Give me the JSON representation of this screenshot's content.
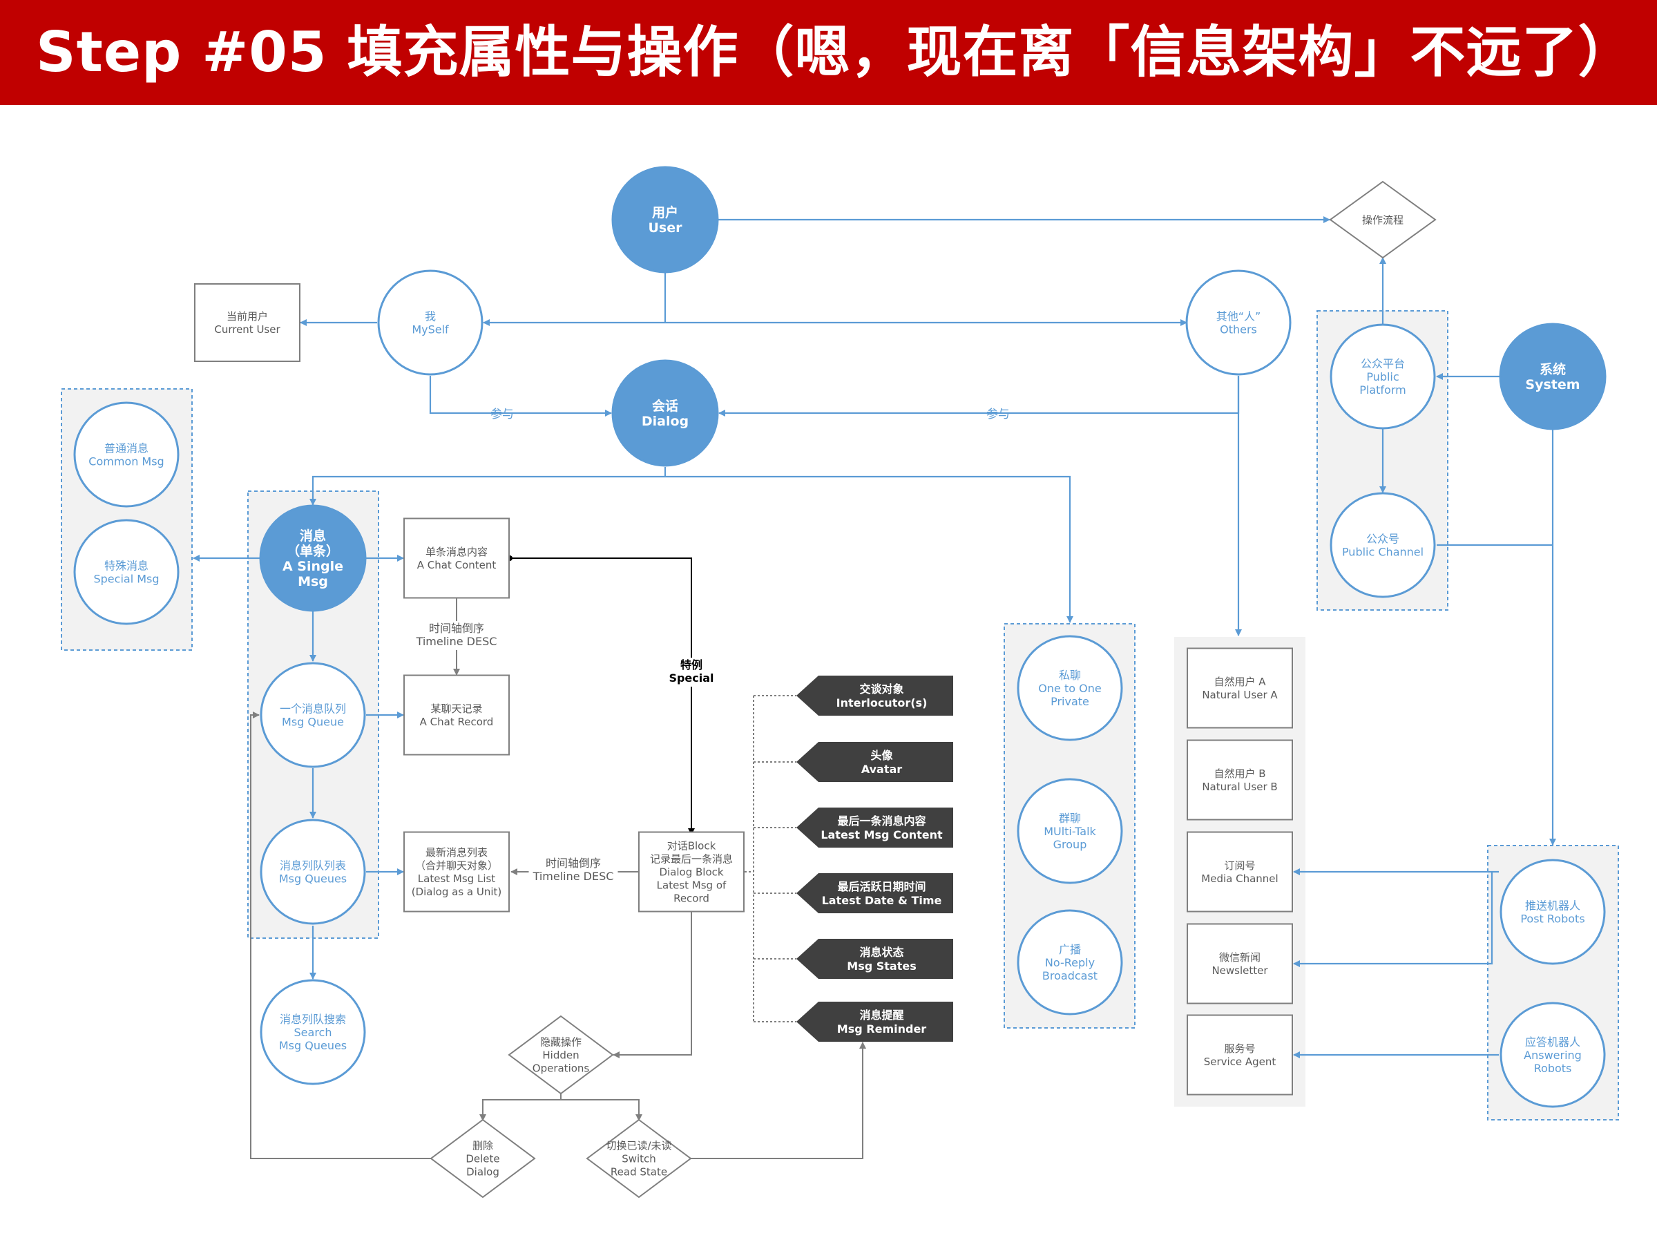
{
  "header": {
    "title": "Step #05 填充属性与操作（嗯，现在离「信息架构」不远了）"
  },
  "colors": {
    "header_bg": "#c00000",
    "blue": "#5b9bd5",
    "box_border": "#7f7f7f",
    "dark_tag": "#404040",
    "group_bg": "#f2f2f2",
    "text_gray": "#595959"
  },
  "circles": {
    "user": [
      "用户",
      "User"
    ],
    "myself": [
      "我",
      "MySelf"
    ],
    "others": [
      "其他“人”",
      "Others"
    ],
    "dialog": [
      "会话",
      "Dialog"
    ],
    "system": [
      "系统",
      "System"
    ],
    "public_platform": [
      "公众平台",
      "Public",
      "Platform"
    ],
    "public_channel": [
      "公众号",
      "Public Channel"
    ],
    "common_msg": [
      "普通消息",
      "Common Msg"
    ],
    "special_msg": [
      "特殊消息",
      "Special Msg"
    ],
    "single_msg": [
      "消息",
      "（单条）",
      "A Single",
      "Msg"
    ],
    "msg_queue": [
      "一个消息队列",
      "Msg Queue"
    ],
    "msg_queues": [
      "消息列队列表",
      "Msg Queues"
    ],
    "search_queues": [
      "消息列队搜索",
      "Search",
      "Msg Queues"
    ],
    "private": [
      "私聊",
      "One to One",
      "Private"
    ],
    "group": [
      "群聊",
      "MUlti-Talk",
      "Group"
    ],
    "broadcast": [
      "广播",
      "No-Reply",
      "Broadcast"
    ],
    "post_robots": [
      "推送机器人",
      "Post Robots"
    ],
    "answer_robots": [
      "应答机器人",
      "Answering",
      "Robots"
    ]
  },
  "boxes": {
    "current_user": [
      "当前用户",
      "Current User"
    ],
    "chat_content": [
      "单条消息内容",
      "A Chat Content"
    ],
    "chat_record": [
      "某聊天记录",
      "A Chat Record"
    ],
    "latest_list": [
      "最新消息列表",
      "（合并聊天对象）",
      "Latest Msg List",
      "(Dialog as a Unit)"
    ],
    "dialog_block": [
      "对话Block",
      "记录最后一条消息",
      "Dialog Block",
      "Latest Msg of",
      "Record"
    ],
    "natural_a": [
      "自然用户 A",
      "Natural User A"
    ],
    "natural_b": [
      "自然用户 B",
      "Natural User B"
    ],
    "media_channel": [
      "订阅号",
      "Media Channel"
    ],
    "newsletter": [
      "微信新闻",
      "Newsletter"
    ],
    "service_agent": [
      "服务号",
      "Service Agent"
    ]
  },
  "diamonds": {
    "op_flow": [
      "操作流程"
    ],
    "hidden_ops": [
      "隐藏操作",
      "Hidden",
      "Operations"
    ],
    "delete": [
      "删除",
      "Delete",
      "Dialog"
    ],
    "switch_read": [
      "切换已读/未读",
      "Switch",
      "Read State"
    ]
  },
  "tags": {
    "interlocutor": [
      "交谈对象",
      "Interlocutor(s)"
    ],
    "avatar": [
      "头像",
      "Avatar"
    ],
    "last_content": [
      "最后一条消息内容",
      "Latest Msg Content"
    ],
    "last_time": [
      "最后活跃日期时间",
      "Latest  Date & Time"
    ],
    "states": [
      "消息状态",
      "Msg States"
    ],
    "reminder": [
      "消息提醒",
      "Msg Reminder"
    ]
  },
  "edge_labels": {
    "join_left": [
      "参与"
    ],
    "join_right": [
      "参与"
    ],
    "timeline_1": [
      "时间轴倒序",
      "Timeline DESC"
    ],
    "timeline_2": [
      "时间轴倒序",
      "Timeline DESC"
    ],
    "special": [
      "特例",
      "Special"
    ]
  }
}
